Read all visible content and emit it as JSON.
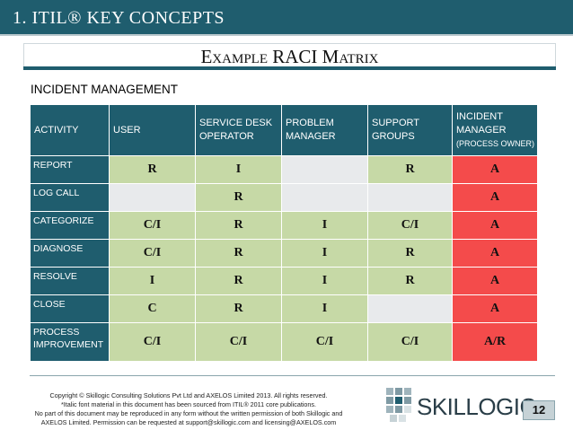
{
  "header": {
    "title": "1.  ITIL® KEY CONCEPTS"
  },
  "subtitle": "Example RACI Matrix",
  "section_label": "INCIDENT MANAGEMENT",
  "table": {
    "headers": [
      {
        "line1": "ACTIVITY",
        "line2": "",
        "line3": ""
      },
      {
        "line1": "USER",
        "line2": "",
        "line3": ""
      },
      {
        "line1": "SERVICE DESK",
        "line2": "OPERATOR",
        "line3": ""
      },
      {
        "line1": "PROBLEM",
        "line2": "MANAGER",
        "line3": ""
      },
      {
        "line1": "SUPPORT",
        "line2": "GROUPS",
        "line3": ""
      },
      {
        "line1": "INCIDENT",
        "line2": "MANAGER",
        "line3": "(PROCESS OWNER)"
      }
    ],
    "rows": [
      {
        "activity_line1": "REPORT",
        "activity_line2": "",
        "cells": [
          "R",
          "I",
          "",
          "R",
          "A"
        ]
      },
      {
        "activity_line1": "LOG CALL",
        "activity_line2": "",
        "cells": [
          "",
          "R",
          "",
          "",
          "A"
        ]
      },
      {
        "activity_line1": "CATEGORIZE",
        "activity_line2": "",
        "cells": [
          "C/I",
          "R",
          "I",
          "C/I",
          "A"
        ]
      },
      {
        "activity_line1": "DIAGNOSE",
        "activity_line2": "",
        "cells": [
          "C/I",
          "R",
          "I",
          "R",
          "A"
        ]
      },
      {
        "activity_line1": "RESOLVE",
        "activity_line2": "",
        "cells": [
          "I",
          "R",
          "I",
          "R",
          "A"
        ]
      },
      {
        "activity_line1": "CLOSE",
        "activity_line2": "",
        "cells": [
          "C",
          "R",
          "I",
          "",
          "A"
        ]
      },
      {
        "activity_line1": "PROCESS",
        "activity_line2": "IMPROVEMENT",
        "cells": [
          "C/I",
          "C/I",
          "C/I",
          "C/I",
          "A/R"
        ]
      }
    ]
  },
  "footer": {
    "copyright_line1": "Copyright © Skillogic Consulting Solutions Pvt Ltd and AXELOS Limited 2013. All rights reserved.",
    "copyright_line2": "*Italic font material in this document has been sourced from ITIL® 2011 core publications.",
    "copyright_line3": "No part of this document may be reproduced in any form without the written permission of both Skillogic and",
    "copyright_line4": "AXELOS Limited. Permission can be requested at support@skillogic.com and licensing@AXELOS.com",
    "logo_text": "SKILLOGIC",
    "page_number": "12"
  },
  "colors": {
    "header_bg": "#1f5d6e",
    "cell_empty": "#e8eaec",
    "cell_green": "#c6d9a6",
    "cell_red": "#f44b4b"
  }
}
